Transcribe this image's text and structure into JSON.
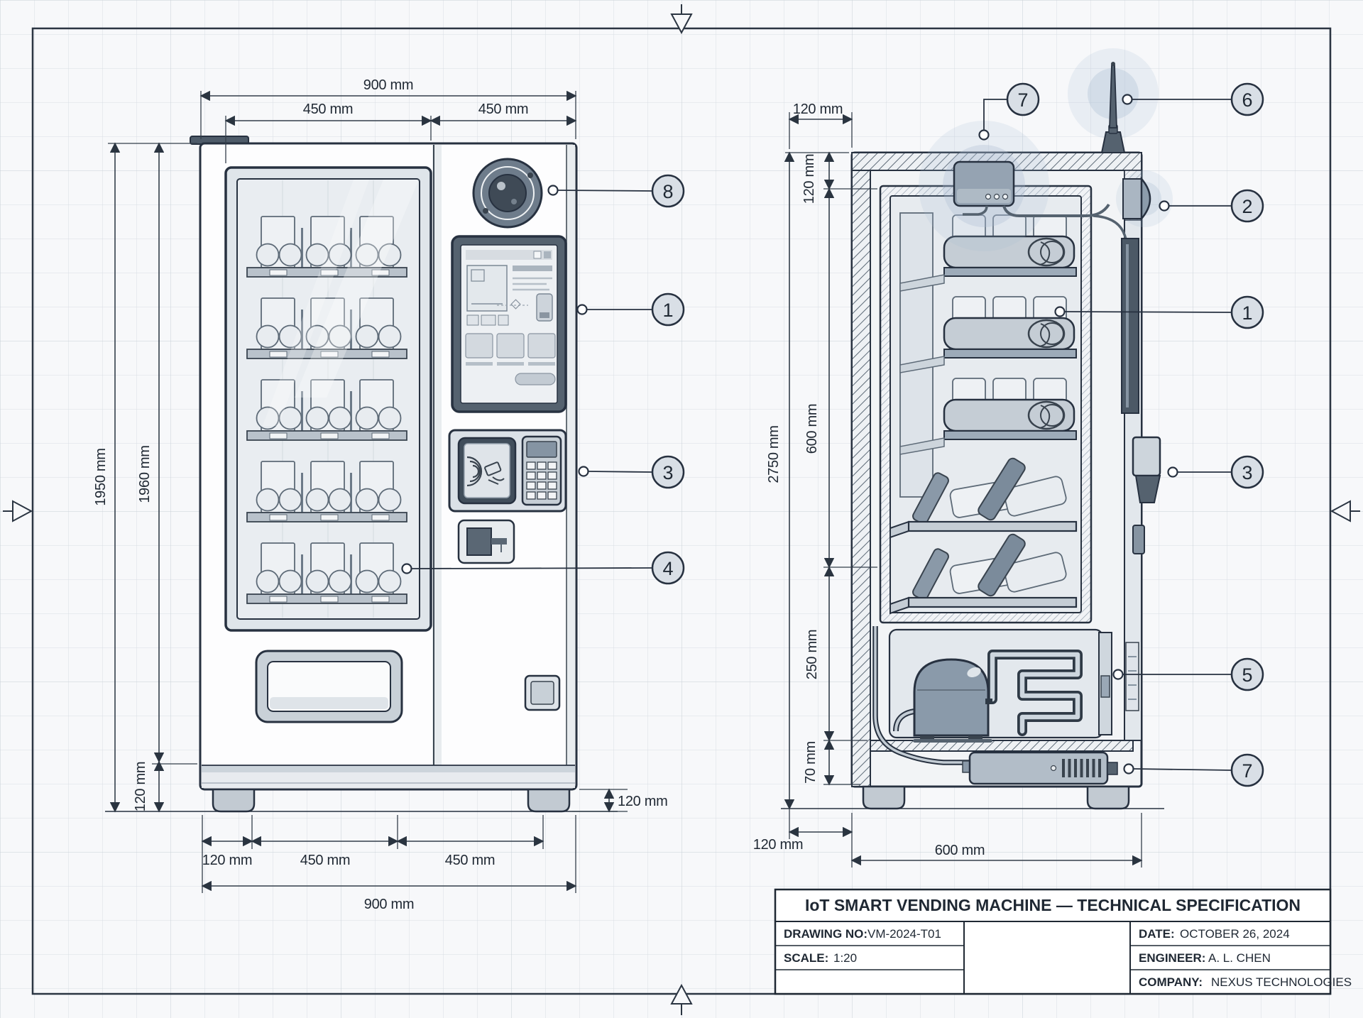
{
  "drawing": {
    "title": "IoT SMART VENDING MACHINE — TECHNICAL SPECIFICATION",
    "title_block": {
      "drawing_no_label": "DRAWING NO:",
      "drawing_no": "VM-2024-T01",
      "scale_label": "SCALE:",
      "scale": "1:20",
      "date_label": "DATE:",
      "date": "OCTOBER 26, 2024",
      "engineer_label": "ENGINEER:",
      "engineer": "A. L. CHEN",
      "company_label": "COMPANY:",
      "company": "NEXUS TECHNOLOGIES"
    }
  },
  "dims": {
    "front": {
      "top_total": "900 mm",
      "top_left": "450 mm",
      "top_right": "450 mm",
      "height_outer": "1950 mm",
      "height_inner": "1960 mm",
      "base_segment": "120 mm",
      "foot_right": "120 mm",
      "bottom_seg1": "120 mm",
      "bottom_seg2": "450 mm",
      "bottom_seg3": "450 mm",
      "bottom_total": "900 mm"
    },
    "side": {
      "top_inset": "120 mm",
      "wall_top": "120 mm",
      "height_total": "2750 mm",
      "cavity": "600 mm",
      "compressor": "250 mm",
      "plinth": "70 mm",
      "bottom_inset": "120 mm",
      "depth": "600 mm"
    }
  },
  "callouts": {
    "c1": "1",
    "c2": "2",
    "c3": "3",
    "c4": "4",
    "c5": "5",
    "c6": "6",
    "c7": "7",
    "c8": "8"
  }
}
